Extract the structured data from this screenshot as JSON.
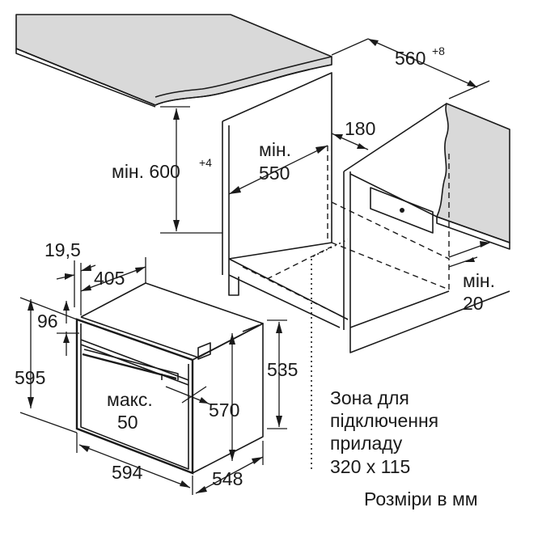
{
  "dimensions": {
    "width_560": "560",
    "width_560_sup": "+8",
    "height_600_prefix": "мін. 600",
    "height_600_sup": "+4",
    "min_550_line1": "мін.",
    "min_550_line2": "550",
    "gap_180": "180",
    "min_20_line1": "мін.",
    "min_20_line2": "20",
    "d_19_5": "19,5",
    "d_405": "405",
    "d_96": "96",
    "d_595": "595",
    "d_535": "535",
    "d_570": "570",
    "max_50_line1": "макс.",
    "max_50_line2": "50",
    "d_594": "594",
    "d_548": "548"
  },
  "connection_zone": {
    "line1": "Зона для",
    "line2": "підключення",
    "line3": "приладу",
    "line4": "320 x 115"
  },
  "units_note": "Розміри в мм"
}
